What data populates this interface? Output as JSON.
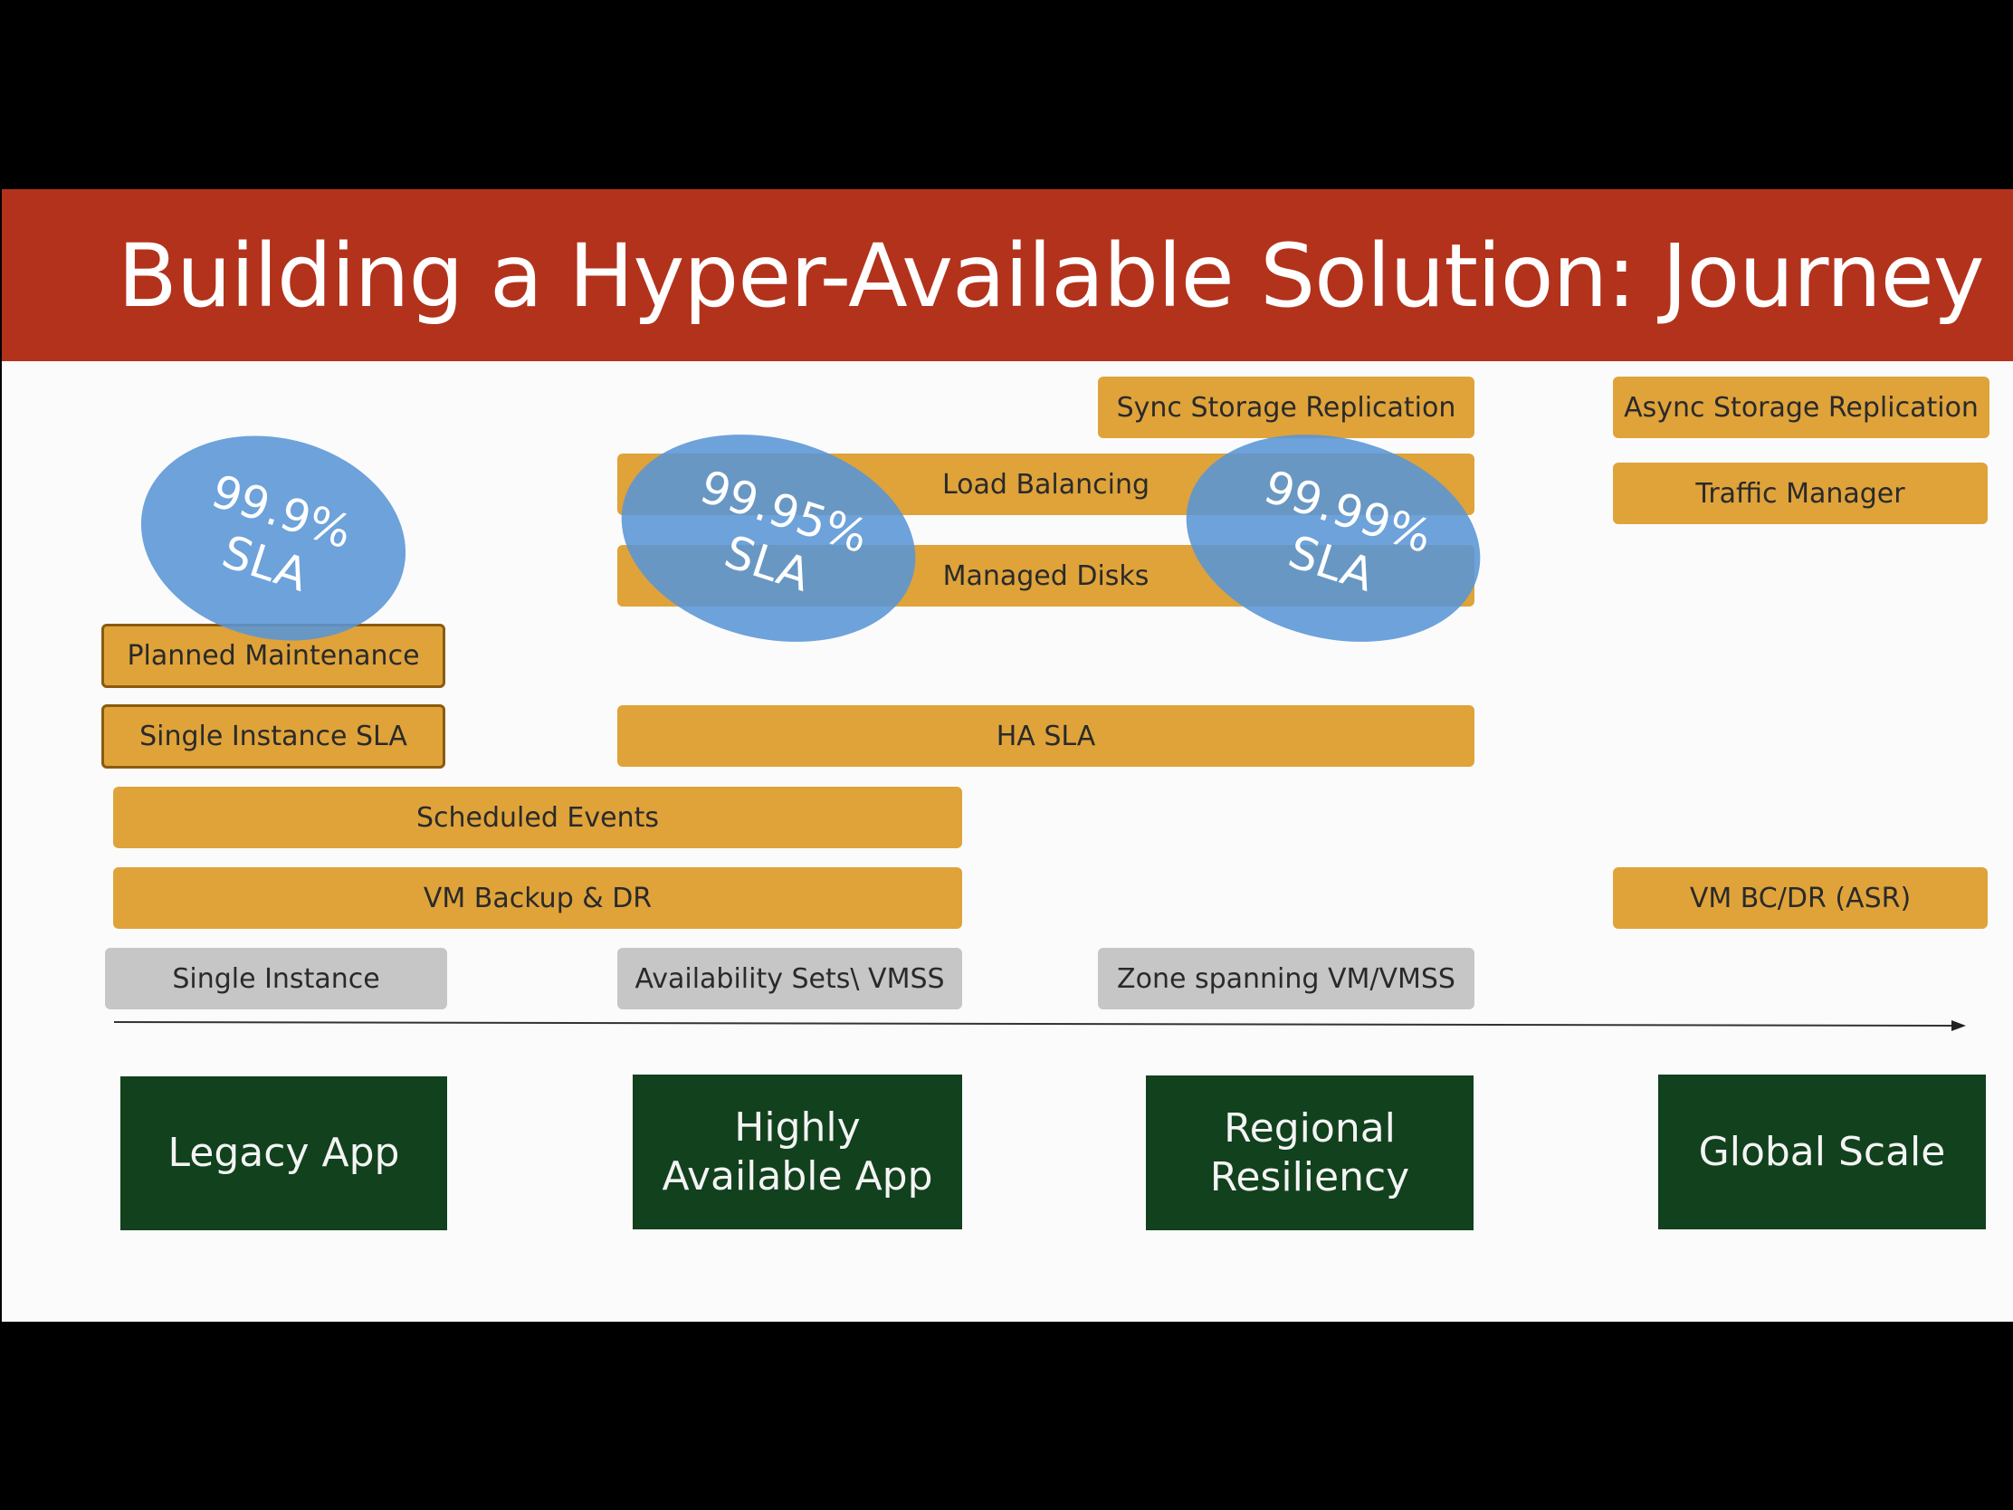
{
  "title": "Building a Hyper-Available Solution: Journey",
  "colors": {
    "title_bar": "#b3321c",
    "capability": "#dfa33a",
    "platform": "#c6c6c6",
    "stage": "#11411d",
    "sla_ellipse": "#5995d6"
  },
  "capabilities": {
    "sync_storage_replication": "Sync Storage Replication",
    "async_storage_replication": "Async Storage Replication",
    "load_balancing": "Load Balancing",
    "traffic_manager": "Traffic Manager",
    "managed_disks": "Managed Disks",
    "planned_maintenance": "Planned Maintenance",
    "single_instance_sla": "Single Instance SLA",
    "ha_sla": "HA SLA",
    "scheduled_events": "Scheduled Events",
    "vm_backup_dr": "VM Backup & DR",
    "vm_bcdr_asr": "VM BC/DR (ASR)"
  },
  "platforms": {
    "single_instance": "Single Instance",
    "availability_sets": "Availability Sets\\ VMSS",
    "zone_spanning": "Zone spanning VM/VMSS"
  },
  "stages": {
    "legacy_app": "Legacy App",
    "highly_available_app": "Highly Available App",
    "regional_resiliency": "Regional Resiliency",
    "global_scale": "Global Scale"
  },
  "sla": {
    "legacy": "99.9%\nSLA",
    "highly_available": "99.95%\nSLA",
    "regional": "99.99%\nSLA"
  }
}
